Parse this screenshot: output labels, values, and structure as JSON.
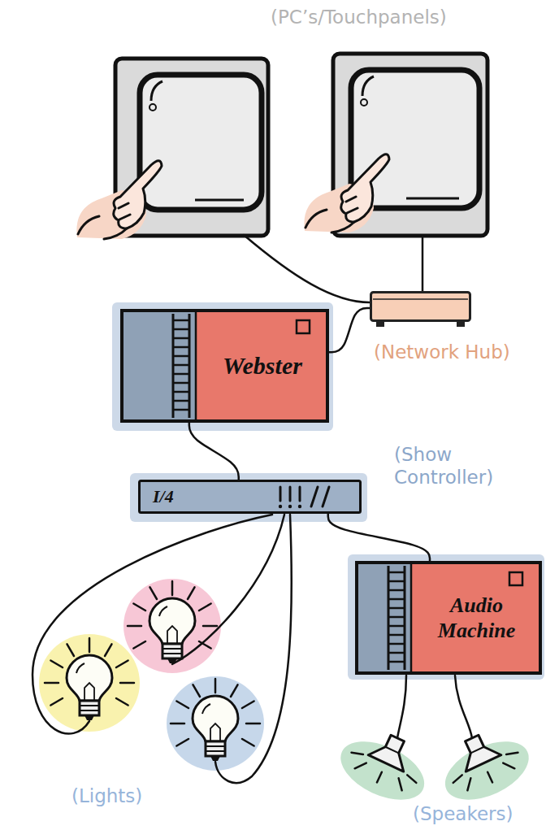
{
  "diagram": {
    "nodes": [
      {
        "text": [
          "Webster"
        ]
      },
      {
        "text": [
          "(Network Hub)"
        ]
      },
      {
        "text": [
          "I/4",
          "(Show Controller)"
        ]
      },
      {
        "text": [
          "Audio Machine"
        ]
      }
    ],
    "edges": [
      {
        "from": 1,
        "to": 0,
        "arrow": "none"
      },
      {
        "from": 0,
        "to": 2,
        "arrow": "none"
      },
      {
        "from": 2,
        "to": 3,
        "arrow": "none"
      }
    ],
    "labels": [
      "(PC’s/Touchpanels)",
      "(Lights)",
      "(Speakers)"
    ]
  }
}
